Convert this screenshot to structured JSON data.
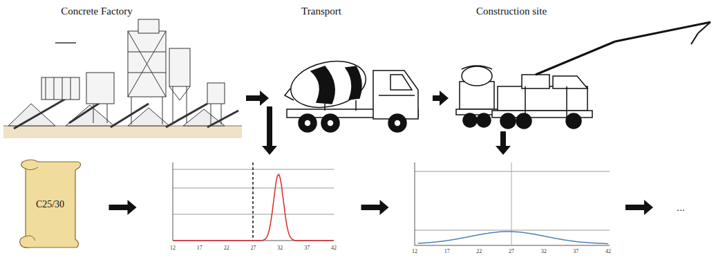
{
  "diagram": {
    "nodes": [
      {
        "text": [
          "Concrete Factory"
        ]
      },
      {
        "text": [
          "Transport"
        ]
      },
      {
        "text": [
          "Construction site"
        ]
      },
      {
        "text": [
          "C25/30"
        ]
      },
      {
        "text": [
          "12",
          "17",
          "22",
          "27",
          "32",
          "37",
          "42"
        ]
      },
      {
        "text": [
          "12",
          "17",
          "22",
          "27",
          "32",
          "37",
          "42"
        ]
      },
      {
        "text": [
          "..."
        ]
      }
    ],
    "edges": [
      {
        "from": 0,
        "to": 1,
        "arrow": "to"
      },
      {
        "from": 1,
        "to": 2,
        "arrow": "to"
      },
      {
        "from": 0,
        "to": 4,
        "arrow": "to"
      },
      {
        "from": 2,
        "to": 5,
        "arrow": "to"
      },
      {
        "from": 3,
        "to": 4,
        "arrow": "to"
      },
      {
        "from": 4,
        "to": 5,
        "arrow": "to"
      },
      {
        "from": 5,
        "to": 6,
        "arrow": "to"
      }
    ]
  }
}
